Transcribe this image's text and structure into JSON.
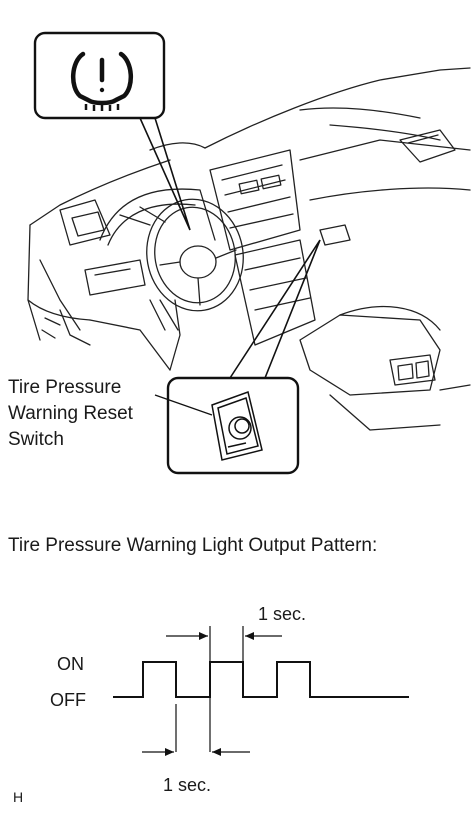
{
  "warning_icon": {
    "icon": "tire-pressure-warning-icon"
  },
  "callout": {
    "label_lines": [
      "Tire Pressure",
      "Warning Reset",
      "Switch"
    ]
  },
  "pattern": {
    "title": "Tire Pressure Warning Light Output Pattern:",
    "on_label": "ON",
    "off_label": "OFF",
    "top_interval_label": "1 sec.",
    "bottom_interval_label": "1 sec."
  },
  "figure_id": "H"
}
